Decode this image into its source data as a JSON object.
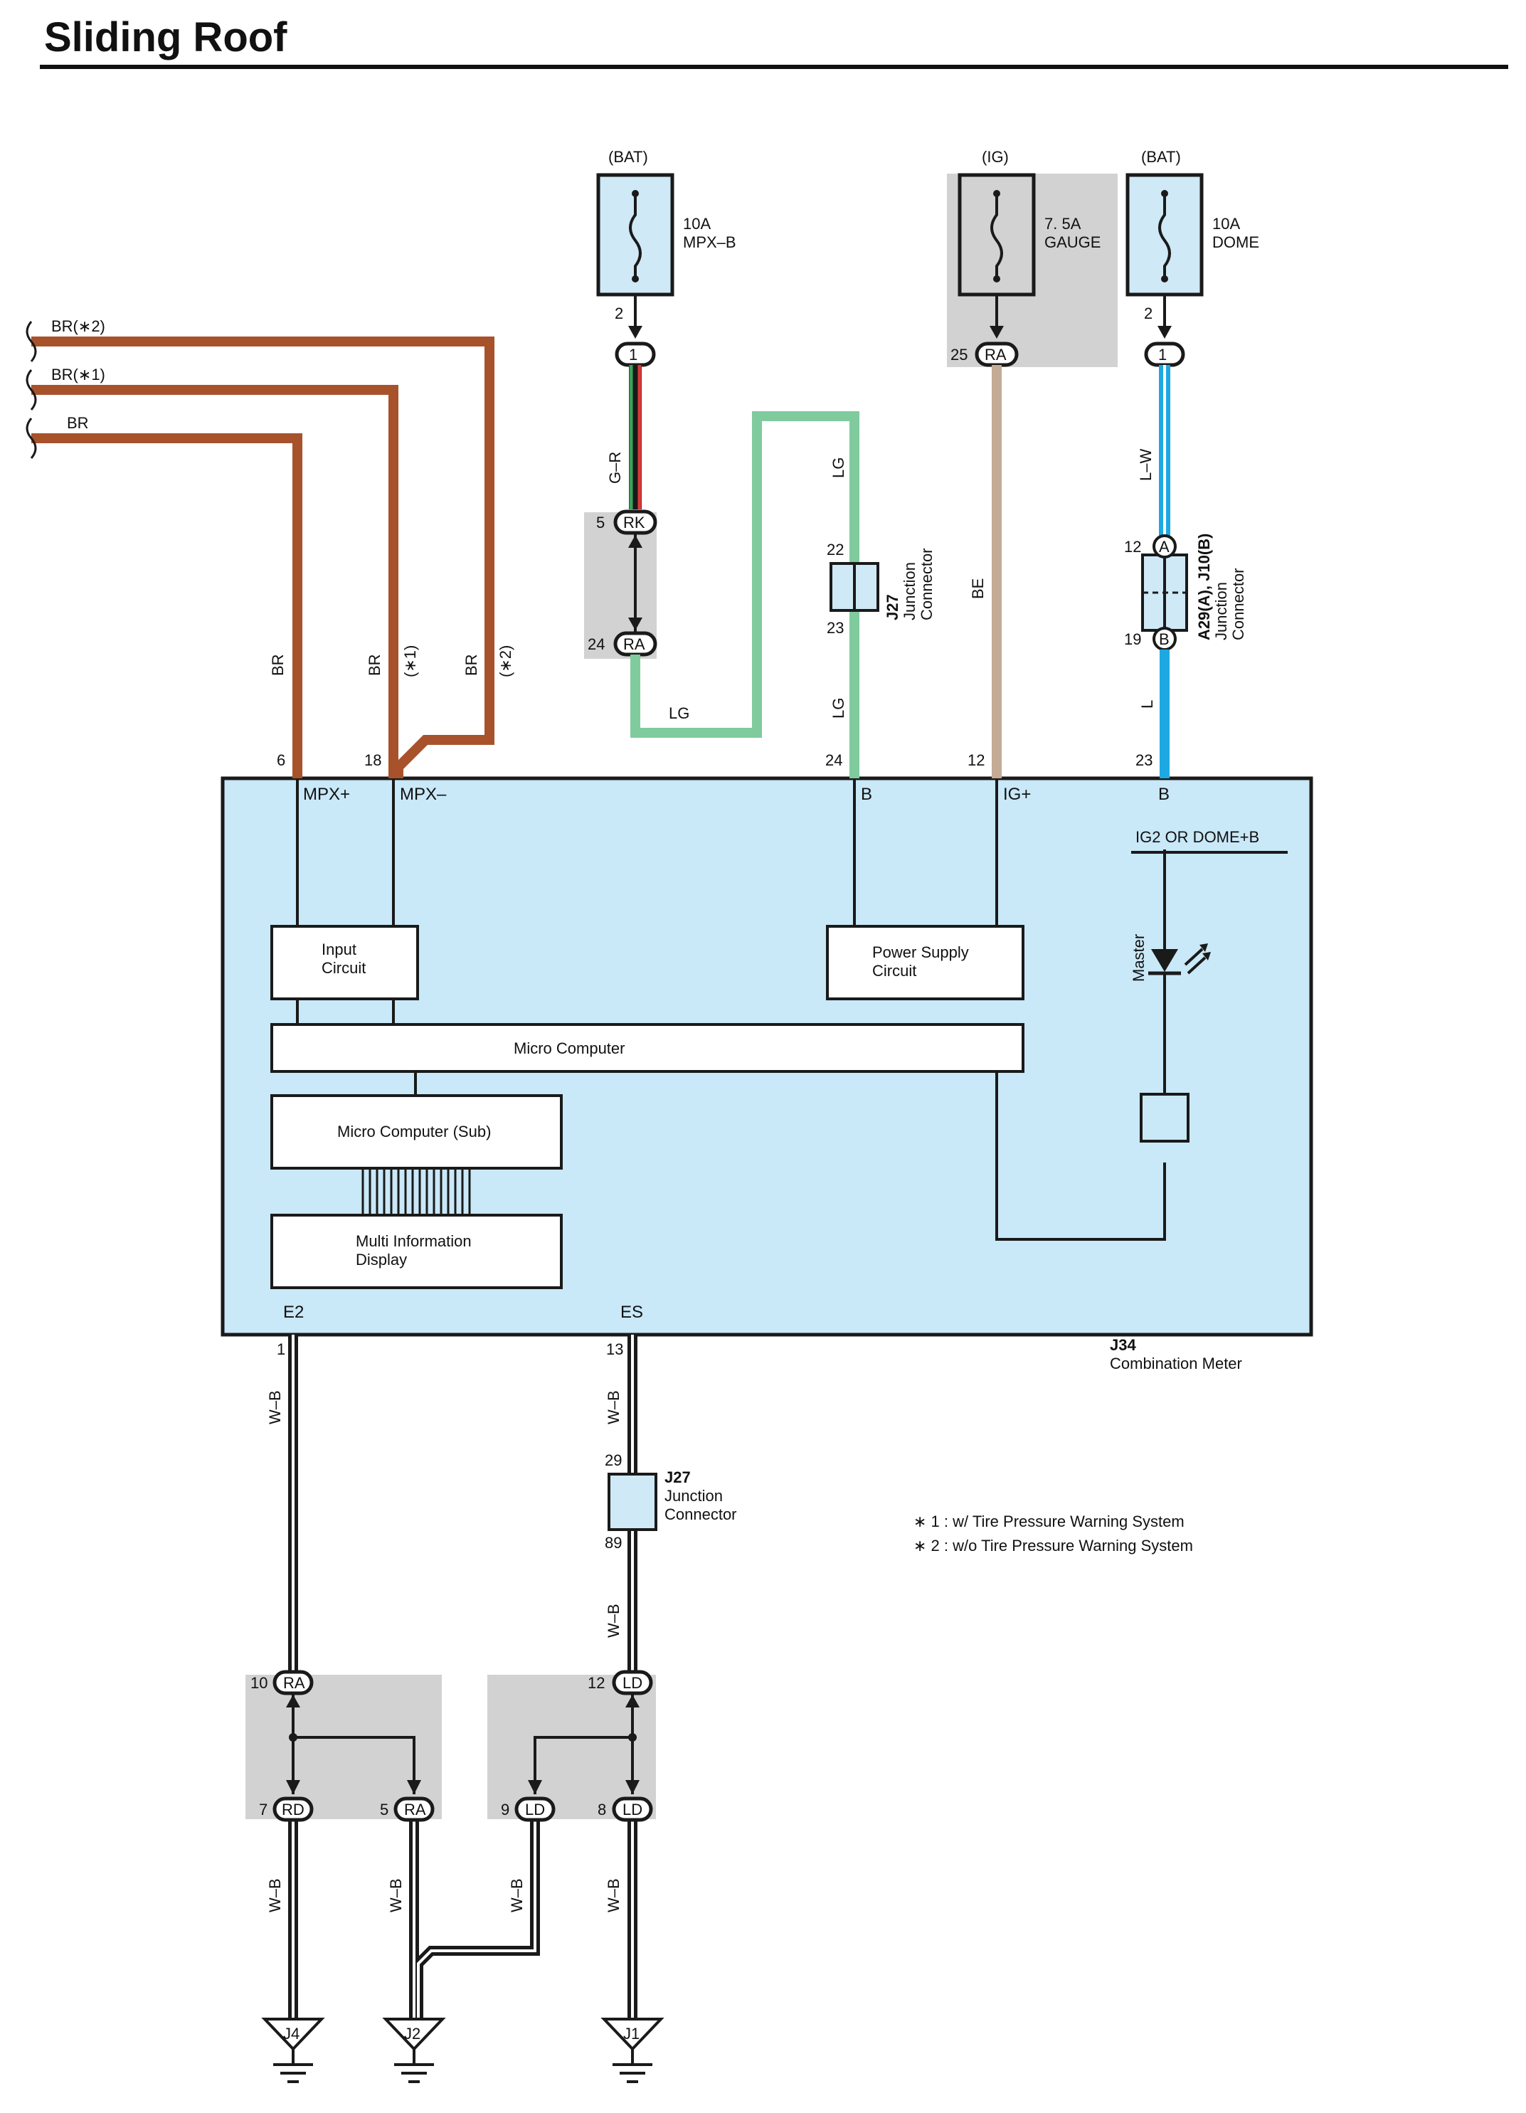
{
  "title": "Sliding Roof",
  "colors": {
    "br": "#a8522c",
    "lg": "#7fcb9d",
    "be": "#c3ab95",
    "l": "#1ea8e2",
    "meter_fill": "#c9e8f8",
    "fuse_fill": "#cfe9f6",
    "shade": "#d2d2d2"
  },
  "fuses": [
    {
      "source": "(BAT)",
      "amp": "10A",
      "name": "MPX–B",
      "pin": "2",
      "conn": "1"
    },
    {
      "source": "(IG)",
      "amp": "7. 5A",
      "name": "GAUGE",
      "pin": "25",
      "conn": "RA"
    },
    {
      "source": "(BAT)",
      "amp": "10A",
      "name": "DOME",
      "pin": "2",
      "conn": "1"
    }
  ],
  "wires": {
    "br_feed": [
      "BR(∗2)",
      "BR(∗1)",
      "BR"
    ],
    "br_drop": [
      "BR",
      "BR",
      "(∗1)",
      "BR",
      "(∗2)"
    ],
    "gr": "G–R",
    "lg": [
      "LG",
      "LG",
      "LG"
    ],
    "be": "BE",
    "lw": "L–W",
    "l": "L",
    "wb": [
      "W–B",
      "W–B",
      "W–B",
      "W–B",
      "W–B",
      "W–B",
      "W–B"
    ]
  },
  "connectors": {
    "rk": {
      "pin": "5",
      "code": "RK"
    },
    "ra24": {
      "pin": "24",
      "code": "RA"
    },
    "j27_top": {
      "id": "J27",
      "label1": "Junction",
      "label2": "Connector",
      "pin_top": "22",
      "pin_bottom": "23"
    },
    "a29": {
      "id": "A29(A), J10(B)",
      "label1": "Junction",
      "label2": "Connector",
      "pin_top": "12",
      "code_top": "A",
      "pin_bottom": "19",
      "code_bottom": "B"
    },
    "j27_bottom": {
      "id": "J27",
      "label1": "Junction",
      "label2": "Connector",
      "pin_top": "29",
      "pin_bottom": "89"
    }
  },
  "meter": {
    "id": "J34",
    "name": "Combination Meter",
    "pins_top": [
      "6",
      "18",
      "24",
      "12",
      "23"
    ],
    "terms_top": [
      "MPX+",
      "MPX–",
      "B",
      "IG+",
      "B"
    ],
    "pins_bottom": [
      "1",
      "13"
    ],
    "terms_bottom": [
      "E2",
      "ES"
    ],
    "ig2": "IG2 OR DOME+B",
    "master": "Master",
    "input_circuit": [
      "Input",
      "Circuit"
    ],
    "power_supply": [
      "Power Supply",
      "Circuit"
    ],
    "micro": "Micro Computer",
    "micro_sub": "Micro Computer (Sub)",
    "mid": [
      "Multi Information",
      "Display"
    ]
  },
  "splices": {
    "ra10": {
      "pin": "10",
      "code": "RA"
    },
    "rd7": {
      "pin": "7",
      "code": "RD"
    },
    "ra5": {
      "pin": "5",
      "code": "RA"
    },
    "ld12": {
      "pin": "12",
      "code": "LD"
    },
    "ld9": {
      "pin": "9",
      "code": "LD"
    },
    "ld8": {
      "pin": "8",
      "code": "LD"
    }
  },
  "grounds": [
    "J4",
    "J2",
    "J1"
  ],
  "notes": [
    "∗ 1 : w/ Tire Pressure Warning System",
    "∗ 2 : w/o Tire Pressure Warning System"
  ]
}
